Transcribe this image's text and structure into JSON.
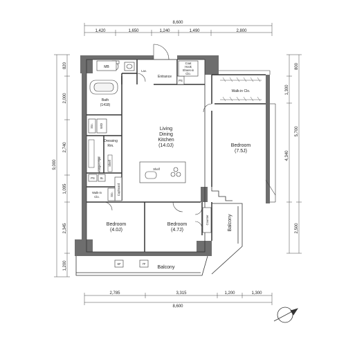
{
  "dimensions": {
    "top_total": "8,600",
    "top_segments": [
      "1,420",
      "1,650",
      "1,240",
      "1,490",
      "2,800"
    ],
    "bottom_total": "8,600",
    "bottom_segments": [
      "2,785",
      "3,315",
      "1,200",
      "1,300"
    ],
    "left_total": "9,000",
    "left_segments": [
      "820",
      "2,000",
      "2,740",
      "1,095",
      "2,345",
      "1,200"
    ],
    "right_total": "5,700",
    "right_segments_outer": [
      "800",
      "2,500"
    ],
    "right_segments_inner": [
      "1,300",
      "4,340"
    ]
  },
  "rooms": {
    "ldk": [
      "Living",
      "Dining",
      "Kitchen",
      "(14.0J)"
    ],
    "bedroom_east": [
      "Bedroom",
      "(7.5J)"
    ],
    "bedroom_sw": [
      "Bedroom",
      "(4.0J)"
    ],
    "bedroom_mid": [
      "Bedroom",
      "(4.7J)"
    ],
    "bath": [
      "Bath",
      "(1418)"
    ],
    "dressing": [
      "Dressing",
      "Rm."
    ],
    "walkin_east": "Walk-in Clo.",
    "walkin_west": [
      "Walk-in",
      "Clo."
    ],
    "entrance": "Entrance",
    "lav": "Lav.",
    "mb": "MB",
    "coat_shoes": [
      "Coat",
      "Hook",
      "Shoes-in",
      "Clo."
    ],
    "balcony_south": "Balcony",
    "balcony_east": "Balcony"
  },
  "fixtures": {
    "wd": "W/D",
    "sto_top": "Sto.",
    "sto_mid": "Sto.",
    "hanger_pipe": [
      "Hanger Pipe"
    ],
    "shelf_dress": "Shelf",
    "shelf_kitchen": "Shelf",
    "ps_entrance": "PS",
    "ps_west": "PS",
    "ps_dress": "PS",
    "cupboard": "Cupboard",
    "counter": "Counter",
    "fire_exit_1": "SF",
    "fire_exit_2": "7F",
    "sl": "SL",
    "sto_inner": "Sto."
  },
  "colors": {
    "wall": "#6e6e6e",
    "line": "#333333",
    "background": "#ffffff"
  }
}
